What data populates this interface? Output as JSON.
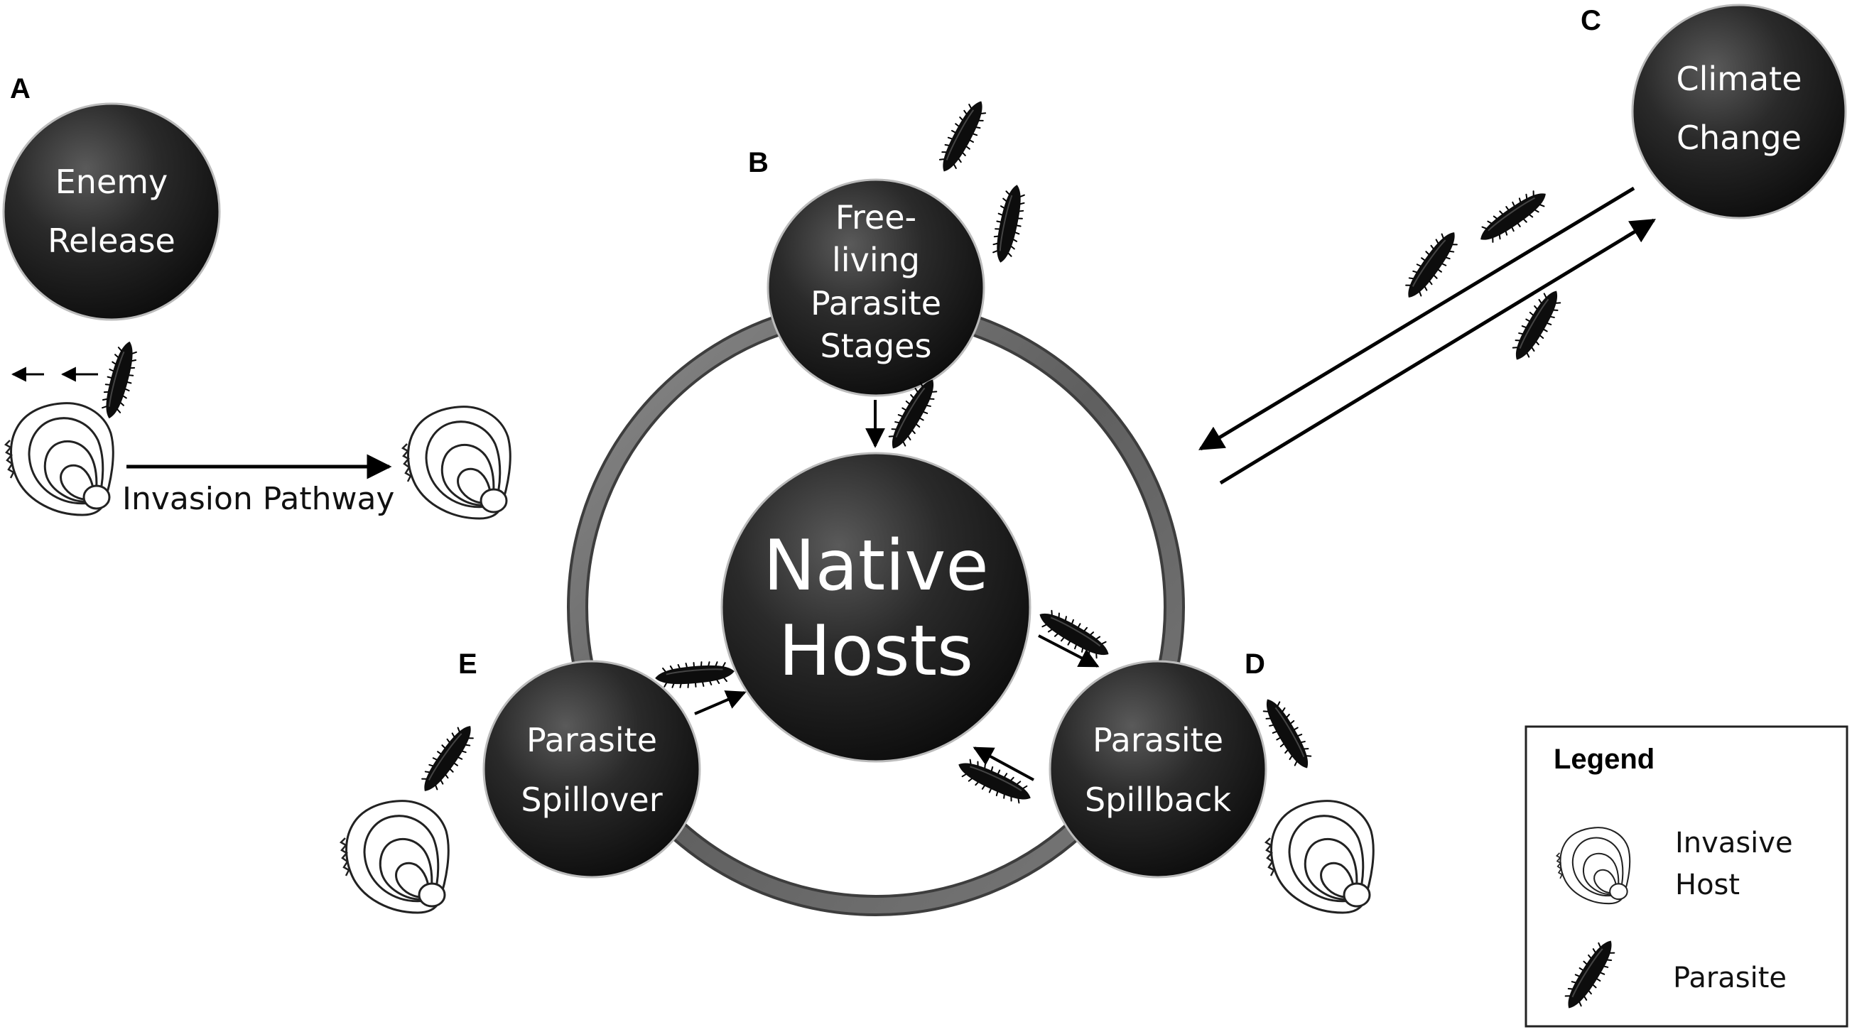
{
  "panels": {
    "a": {
      "letter": "A",
      "node_line1": "Enemy",
      "node_line2": "Release",
      "pathway_label": "Invasion Pathway"
    },
    "b": {
      "letter": "B",
      "line1": "Free-",
      "line2": "living",
      "line3": "Parasite",
      "line4": "Stages"
    },
    "c": {
      "letter": "C",
      "line1": "Climate",
      "line2": "Change"
    },
    "d": {
      "letter": "D",
      "line1": "Parasite",
      "line2": "Spillback"
    },
    "e": {
      "letter": "E",
      "line1": "Parasite",
      "line2": "Spillover"
    }
  },
  "center": {
    "line1": "Native",
    "line2": "Hosts"
  },
  "legend": {
    "title": "Legend",
    "host_line1": "Invasive",
    "host_line2": "Host",
    "parasite_label": "Parasite"
  },
  "icons": {
    "host": "oyster-icon",
    "parasite": "parasite-worm-icon"
  },
  "colors": {
    "node_fill": "#1c1c1c",
    "ring": "#6f6f6f",
    "text_light": "#ffffff"
  }
}
